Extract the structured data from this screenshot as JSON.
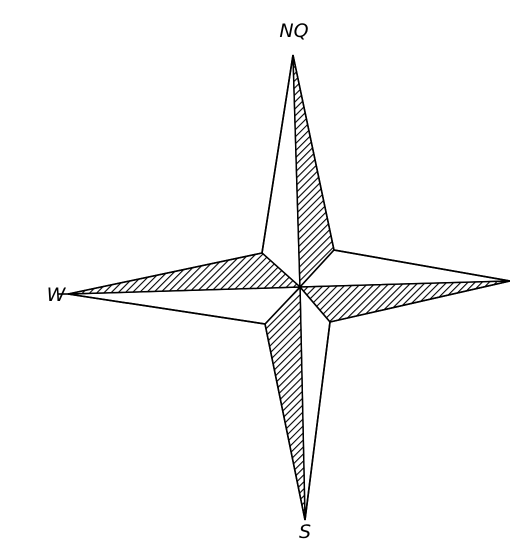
{
  "compass": {
    "labels": {
      "north": "NQ",
      "west": "W",
      "south": "S"
    },
    "colors": {
      "ink": "#000000",
      "background": "#ffffff"
    },
    "hatch_style": "diagonal-lines"
  }
}
